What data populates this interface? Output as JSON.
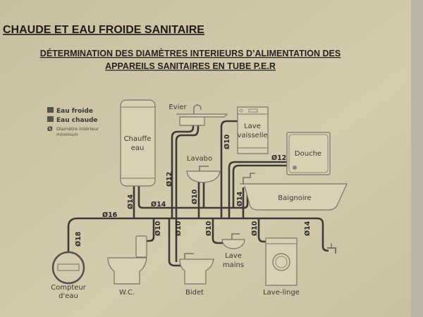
{
  "title": "CHAUDE ET EAU FROIDE SANITAIRE",
  "subtitle": [
    "DÉTERMINATION DES DIAMÈTRES INTERIEURS D’ALIMENTATION DES",
    "APPAREILS SANITAIRES EN TUBE P.E.R"
  ],
  "legend": {
    "cold": "Eau froide",
    "hot": "Eau chaude",
    "diameter": [
      "Diamètre intérieur",
      "minimum"
    ],
    "diameter_symbol": "Ø",
    "cold_color": "#3d3a37",
    "hot_color": "#3d3a37"
  },
  "appliances": {
    "heater": [
      "Chauffe",
      "eau"
    ],
    "sink": "Evier",
    "dishwasher": [
      "Lave",
      "vaisselle"
    ],
    "shower": "Douche",
    "washbasin": "Lavabo",
    "bathtub": "Baignoire",
    "meter": [
      "Compteur",
      "d'eau"
    ],
    "wc": "W.C.",
    "bidet": "Bidet",
    "handbasin": [
      "Lave",
      "mains"
    ],
    "washing_machine": "Lave-linge"
  },
  "diameters": {
    "meter": "Ø18",
    "main": "Ø16",
    "heater_in": "Ø14",
    "hot_main": "Ø14",
    "sink": "Ø12",
    "washbasin": "Ø10",
    "dishwasher": "Ø10",
    "shower": "Ø12",
    "bathtub": "Ø14",
    "wc": "Ø10",
    "bidet": "Ø10",
    "handbasin": "Ø10",
    "washing_machine": "Ø10",
    "tap": "Ø14"
  }
}
